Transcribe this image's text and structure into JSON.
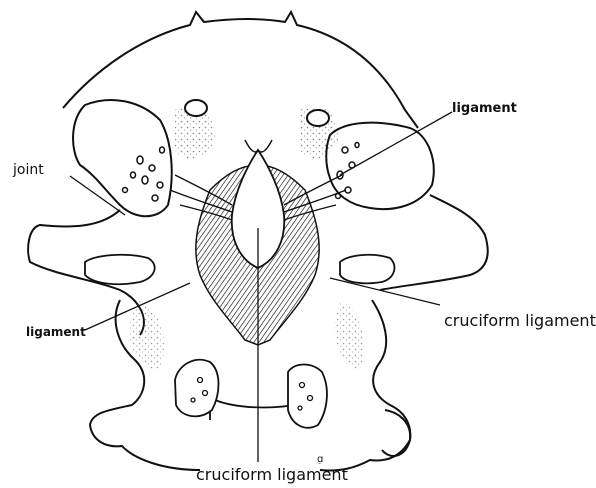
{
  "labels": {
    "ligament_top_right": "ligament",
    "joint": "joint",
    "ligament_left": "ligament",
    "cruciform_right": "cruciform ligament",
    "cruciform_bottom": "cruciform ligament",
    "small_mark": "ɑ̣"
  },
  "colors": {
    "ink": "#111111",
    "background": "#ffffff"
  }
}
